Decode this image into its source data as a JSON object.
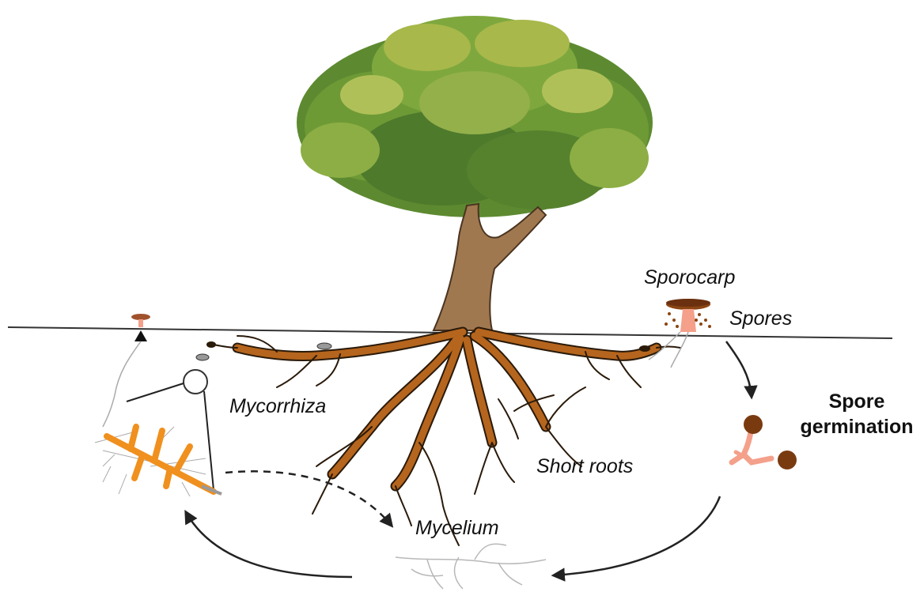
{
  "labels": {
    "sporocarp": "Sporocarp",
    "spores": "Spores",
    "spore_germination_line1": "Spore",
    "spore_germination_line2": "germination",
    "mycorrhiza": "Mycorrhiza",
    "short_roots": "Short roots",
    "mycelium": "Mycelium"
  },
  "colors": {
    "root_brown": "#b5651d",
    "root_outline": "#2a1a0a",
    "trunk": "#a07850",
    "foliage_dark": "#4e7a2c",
    "foliage_light": "#a8b84a",
    "mycorrhiza_orange": "#f0901e",
    "spore_brown": "#7a3a10",
    "hypha_pink": "#f4a08a",
    "arrow": "#222222",
    "mycelium_grey": "#b8b8b8"
  }
}
